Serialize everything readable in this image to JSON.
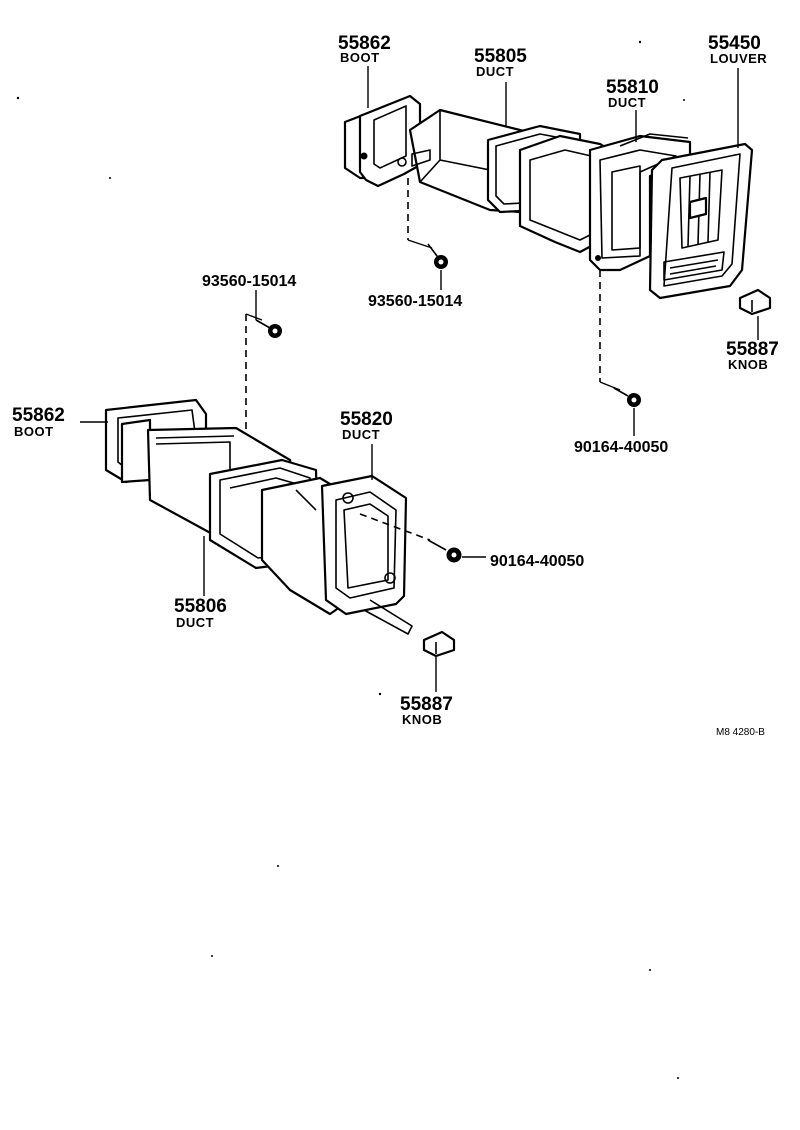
{
  "labels": {
    "boot_upper": {
      "number": "55862",
      "name": "BOOT"
    },
    "duct_55805": {
      "number": "55805",
      "name": "DUCT"
    },
    "duct_55810": {
      "number": "55810",
      "name": "DUCT"
    },
    "louver_55450": {
      "number": "55450",
      "name": "LOUVER"
    },
    "screw_upper_right": {
      "number": "93560-15014"
    },
    "screw_left": {
      "number": "93560-15014"
    },
    "knob_right": {
      "number": "55887",
      "name": "KNOB"
    },
    "screw_90164_upper": {
      "number": "90164-40050"
    },
    "boot_lower": {
      "number": "55862",
      "name": "BOOT"
    },
    "duct_55820": {
      "number": "55820",
      "name": "DUCT"
    },
    "screw_90164_lower": {
      "number": "90164-40050"
    },
    "duct_55806": {
      "number": "55806",
      "name": "DUCT"
    },
    "knob_lower": {
      "number": "55887",
      "name": "KNOB"
    }
  },
  "reference_code": "M8 4280-B"
}
